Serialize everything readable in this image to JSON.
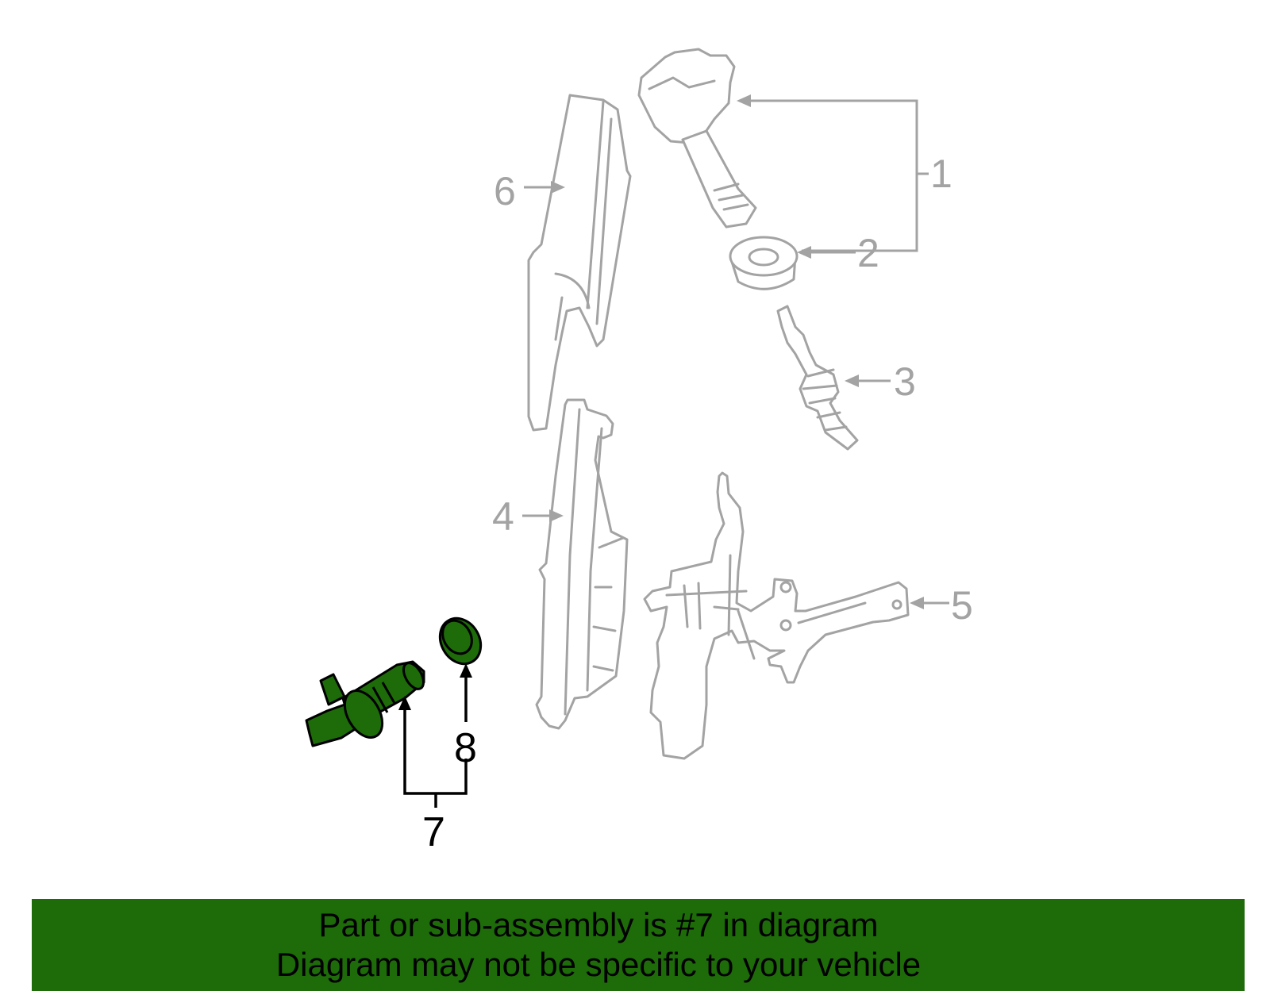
{
  "diagram": {
    "callouts": [
      "1",
      "2",
      "3",
      "4",
      "5",
      "6",
      "7",
      "8"
    ],
    "highlight_color": "#1e6b0a",
    "part_line_color": "#a3a3a3"
  },
  "banner": {
    "line1": "Part or sub-assembly is #7 in diagram",
    "line2": "Diagram may not be specific to your vehicle",
    "background": "#1e6b0a"
  }
}
